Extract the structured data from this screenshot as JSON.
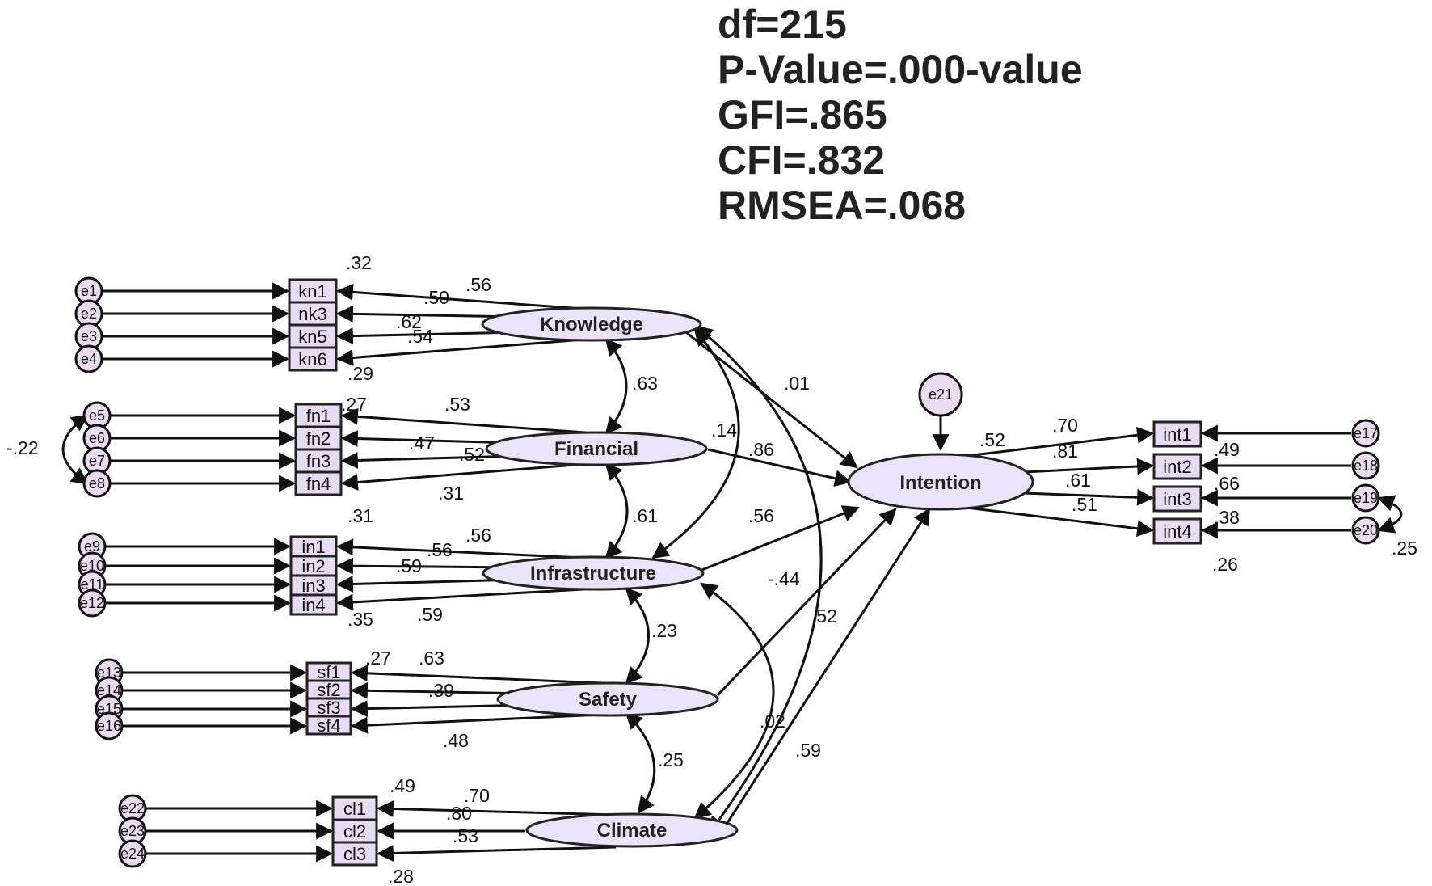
{
  "fit_stats": [
    "df=215",
    "P-Value=.000-value",
    "GFI=.865",
    "CFI=.832",
    "RMSEA=.068"
  ],
  "colors": {
    "latent_fill": "#ebe3f7",
    "box_fill": "#e8dcf4",
    "error_fill": "#ecdcf2",
    "stroke": "#111111"
  },
  "latents": {
    "knowledge": "Knowledge",
    "financial": "Financial",
    "infrastructure": "Infrastructure",
    "safety": "Safety",
    "climate": "Climate",
    "intention": "Intention"
  },
  "indicators": {
    "knowledge": [
      "kn1",
      "nk3",
      "kn5",
      "kn6"
    ],
    "financial": [
      "fn1",
      "fn2",
      "fn3",
      "fn4"
    ],
    "infrastructure": [
      "in1",
      "in2",
      "in3",
      "in4"
    ],
    "safety": [
      "sf1",
      "sf2",
      "sf3",
      "sf4"
    ],
    "climate": [
      "cl1",
      "cl2",
      "cl3"
    ],
    "intention": [
      "int1",
      "int2",
      "int3",
      "int4"
    ]
  },
  "errors": {
    "knowledge": [
      "e1",
      "e2",
      "e3",
      "e4"
    ],
    "financial": [
      "e5",
      "e6",
      "e7",
      "e8"
    ],
    "infrastructure": [
      "e9",
      "e10",
      "e11",
      "e12"
    ],
    "safety": [
      "e13",
      "e14",
      "e15",
      "e16"
    ],
    "climate": [
      "e22",
      "e23",
      "e24"
    ],
    "intention": [
      "e17",
      "e18",
      "e19",
      "e20"
    ],
    "disturbance": "e21"
  },
  "loadings": {
    "knowledge": [
      ".56",
      ".50",
      ".62",
      ".54"
    ],
    "financial": [
      ".53",
      ".47",
      ".52",
      ".31"
    ],
    "infrastructure": [
      ".56",
      ".56",
      ".59",
      ".59"
    ],
    "safety": [
      ".63",
      ".39",
      ".48"
    ],
    "climate": [
      ".70",
      ".80",
      ".53"
    ],
    "intention": [
      ".70",
      ".81",
      ".61",
      ".51"
    ]
  },
  "r_squared": {
    "knowledge": [
      ".32",
      ".29"
    ],
    "financial": [
      ".27",
      ".31"
    ],
    "infrastructure": [
      ".35"
    ],
    "safety": [
      ".27"
    ],
    "climate": [
      ".49",
      ".28"
    ],
    "intention": [
      ".49",
      ".66",
      ".38",
      ".26"
    ]
  },
  "covariances": {
    "knowledge_financial": ".63",
    "financial_infrastructure": ".61",
    "infrastructure_safety": ".23",
    "safety_climate": ".25",
    "knowledge_infrastructure": ".14",
    "knowledge_climate": ".01",
    "infrastructure_climate": ".02",
    "e5_e8": "-.22",
    "e19_e20": ".25"
  },
  "paths": {
    "knowledge_intention": ".86",
    "financial_intention": ".56",
    "infrastructure_intention": "-.44",
    "safety_intention": ".52",
    "climate_intention": ".59",
    "disturbance": ".52"
  }
}
